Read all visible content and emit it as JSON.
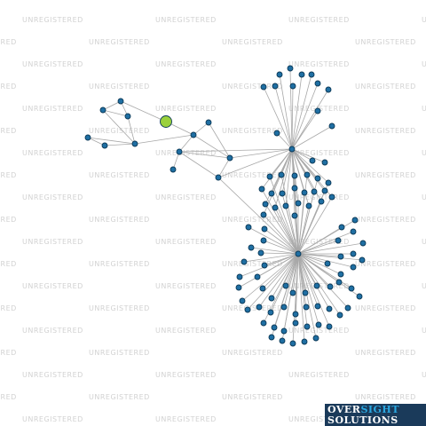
{
  "watermark": {
    "text": "UNREGISTERED"
  },
  "logo": {
    "line1_part1": "OVER",
    "line1_part2": "SIGHT",
    "line2": "SOLUTIONS",
    "colors": {
      "background": "#1a3a5a",
      "text": "#ffffff",
      "accent": "#2aa7e0"
    }
  },
  "graph": {
    "colors": {
      "node": "#1f6fa3",
      "node_stroke": "#0d3a58",
      "highlight_node": "#9ad13c",
      "edge": "#a8a8a8"
    },
    "node_count": 105,
    "highlighted_node": 1
  }
}
